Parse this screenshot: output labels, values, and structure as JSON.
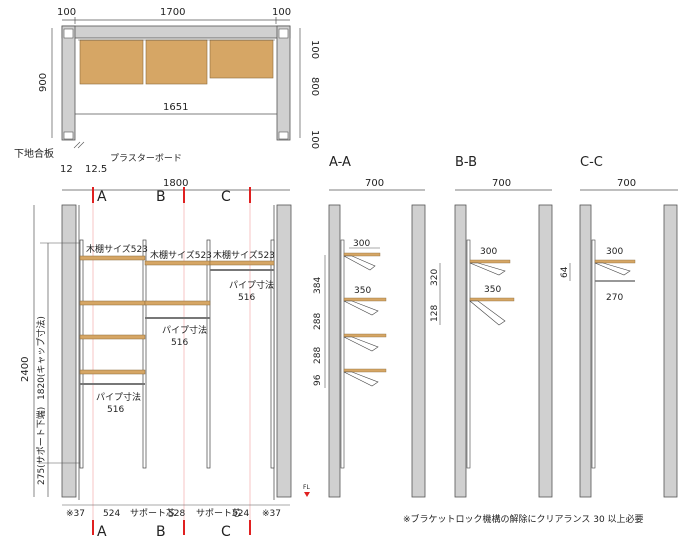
{
  "top_view": {
    "dim_left": "100",
    "dim_mid": "1700",
    "dim_right": "100",
    "dim_right_top": "100",
    "dim_right_mid": "800",
    "dim_right_bot": "100",
    "dim_left_height": "900",
    "dim_inner_width": "1651",
    "label_base_board": "下地合板",
    "dim_12": "12",
    "dim_125": "12.5",
    "label_plaster": "プラスターボード"
  },
  "front_view": {
    "width": "1800",
    "height": "2400",
    "height_cap": "1820(キャップ寸法)",
    "height_support": "275(サポート下端)",
    "section_a": "A",
    "section_b": "B",
    "section_c": "C",
    "shelf_1": "木棚サイズ523",
    "shelf_2": "木棚サイズ523",
    "shelf_3": "木棚サイズ523",
    "pipe_1": "パイプ寸法",
    "pipe_1_val": "516",
    "pipe_2": "パイプ寸法",
    "pipe_2_val": "516",
    "pipe_3": "パイプ寸法",
    "pipe_3_val": "516",
    "bottom_37_left": "※37",
    "bottom_524_left": "524",
    "bottom_support_1": "サポート芯",
    "bottom_528": "528",
    "bottom_support_2": "サポート芯",
    "bottom_524_right": "524",
    "bottom_37_right": "※37",
    "fl": "FL"
  },
  "section_aa": {
    "title": "A-A",
    "width": "700",
    "shelf_300": "300",
    "shelf_350": "350",
    "dim_384": "384",
    "dim_288a": "288",
    "dim_288b": "288",
    "dim_96": "96"
  },
  "section_bb": {
    "title": "B-B",
    "width": "700",
    "shelf_300": "300",
    "shelf_350": "350",
    "dim_320": "320",
    "dim_128": "128"
  },
  "section_cc": {
    "title": "C-C",
    "width": "700",
    "shelf_300": "300",
    "dim_64": "64",
    "dim_270": "270"
  },
  "note": "※ブラケットロック機構の解除にクリアランス 30 以上必要",
  "colors": {
    "wood": "#d6a665",
    "panel": "#d0d0d0",
    "accent": "#e02020"
  }
}
